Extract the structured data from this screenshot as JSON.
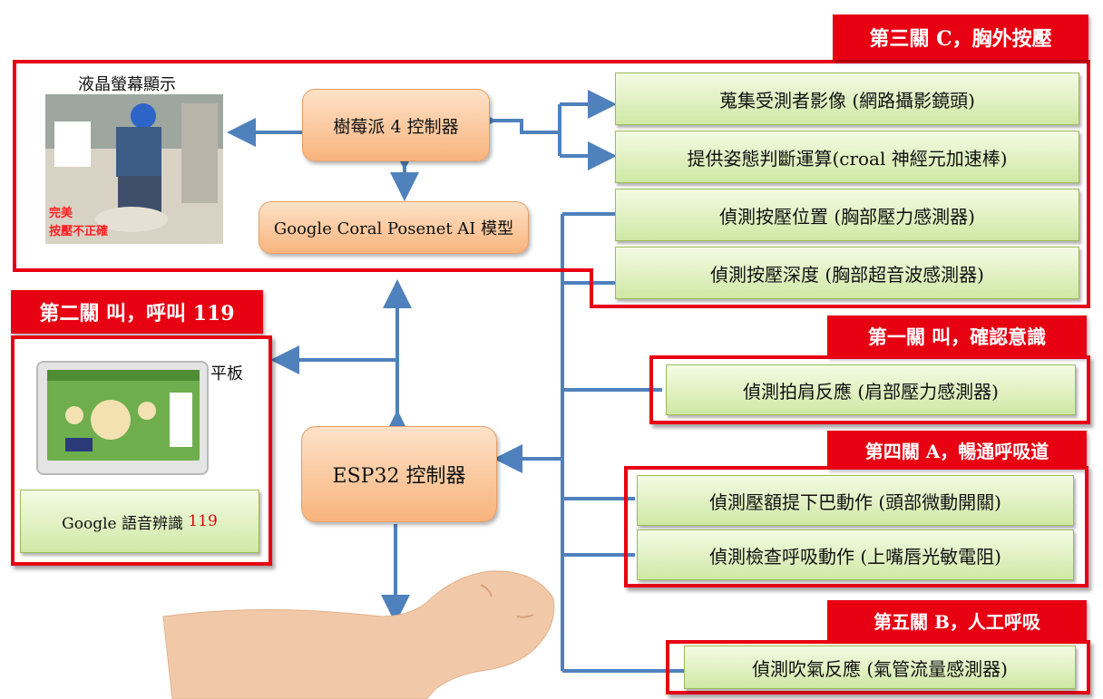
{
  "stages": {
    "stage3_title": "第三關 C，胸外按壓",
    "stage2_title": "第二關 叫，呼叫 119",
    "stage1_title": "第一關 叫，確認意識",
    "stage4_title": "第四關 A，暢通呼吸道",
    "stage5_title": "第五關 B，人工呼吸"
  },
  "controllers": {
    "raspberry": "樹莓派 4 控制器",
    "coral": "Google Coral Posenet AI 模型",
    "esp32": "ESP32 控制器"
  },
  "labels": {
    "lcd": "液晶螢幕顯示",
    "tablet": "平板"
  },
  "lcd_overlay": {
    "line1": "完美",
    "line2": "按壓不正確"
  },
  "voice": {
    "prefix": "Google 語音辨識 ",
    "number": "119"
  },
  "sensors": {
    "camera": "蒐集受測者影像 (網路攝影鏡頭)",
    "posture": "提供姿態判斷運算(croal 神經元加速棒)",
    "press_position": "偵測按壓位置 (胸部壓力感測器)",
    "press_depth": "偵測按壓深度 (胸部超音波感測器)",
    "shoulder": "偵測拍肩反應 (肩部壓力感測器)",
    "head_tilt": "偵測壓額提下巴動作 (頭部微動開關)",
    "breath_check": "偵測檢查呼吸動作 (上嘴唇光敏電阻)",
    "blow": "偵測吹氣反應 (氣管流量感測器)"
  },
  "colors": {
    "frame_red": "#e60012",
    "arrow_blue": "#4f81bd",
    "sensor_green": "#d7eebc",
    "controller_orange": "#f9c08f"
  }
}
